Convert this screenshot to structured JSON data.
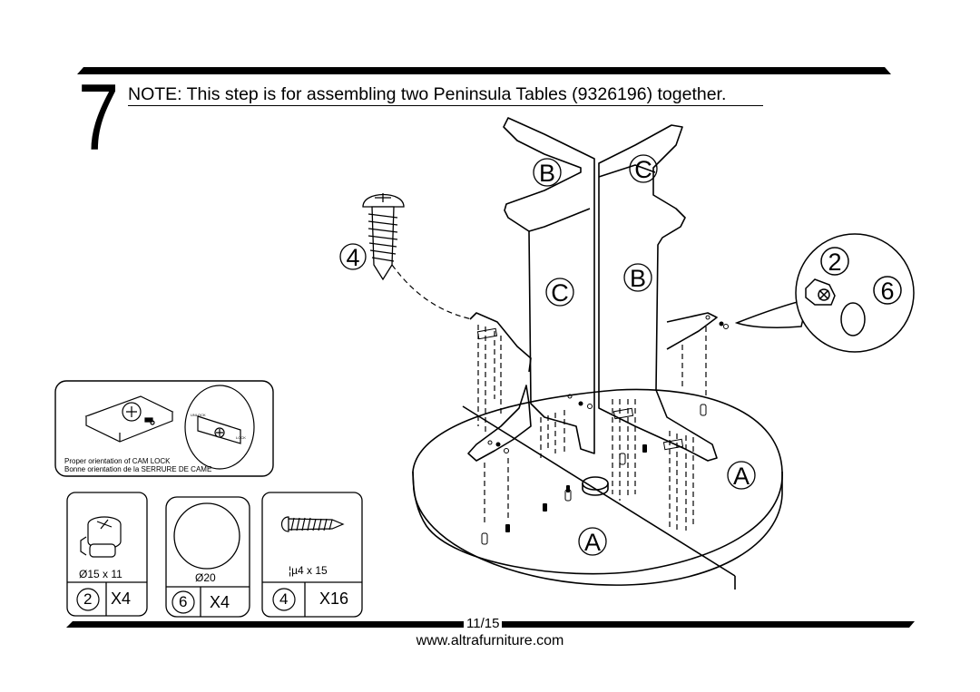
{
  "step": {
    "number": "7",
    "note": "NOTE: This step is for assembling two Peninsula Tables (9326196) together."
  },
  "diagram": {
    "part_labels": {
      "left_upright_top": "B",
      "right_upright_top": "C",
      "left_upright_lower": "C",
      "right_upright_lower": "B",
      "tabletop_right": "A",
      "tabletop_left": "A"
    },
    "screw_callout": "4",
    "detail_cam": "2",
    "detail_cap": "6"
  },
  "cam_lock_note": {
    "line1": "Proper orientation of CAM LOCK",
    "line2": "Bonne orientation de la SERRURE DE CAME"
  },
  "parts": [
    {
      "id": "2",
      "spec": "Ø15 x 11",
      "qty": "X4",
      "icon": "cam-lock-icon"
    },
    {
      "id": "6",
      "spec": "Ø20",
      "qty": "X4",
      "icon": "cap-cover-icon"
    },
    {
      "id": "4",
      "spec": "¦µ4 x 15",
      "qty": "X16",
      "icon": "screw-icon"
    }
  ],
  "footer": {
    "page": "11/15",
    "website": "www.altrafurniture.com"
  }
}
